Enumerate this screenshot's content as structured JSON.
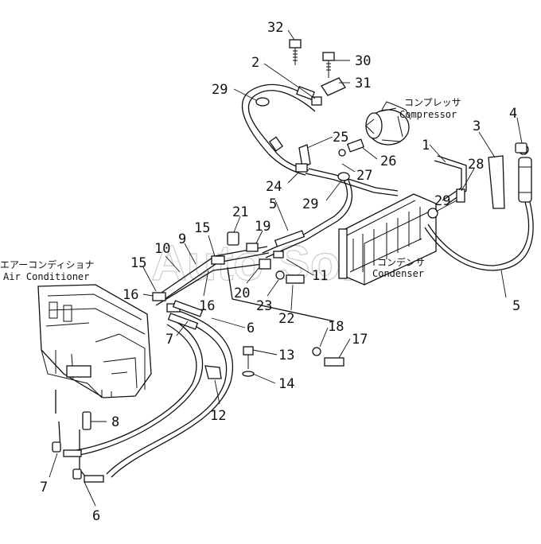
{
  "watermark": "Auto Soft",
  "labels": {
    "air_conditioner_jp": "エアーコンディショナ",
    "air_conditioner_en": "Air Conditioner",
    "compressor_jp": "コンプレッサ",
    "compressor_en": "Compressor",
    "condenser_jp": "コンデンサ",
    "condenser_en": "Condenser"
  },
  "callouts": [
    "32",
    "2",
    "30",
    "31",
    "29",
    "25",
    "26",
    "27",
    "24",
    "29",
    "1",
    "28",
    "29",
    "3",
    "4",
    "5",
    "21",
    "19",
    "15",
    "9",
    "10",
    "15",
    "16",
    "16",
    "20",
    "11",
    "23",
    "22",
    "6",
    "7",
    "8",
    "7",
    "6",
    "12",
    "13",
    "14",
    "18",
    "17",
    "5"
  ]
}
